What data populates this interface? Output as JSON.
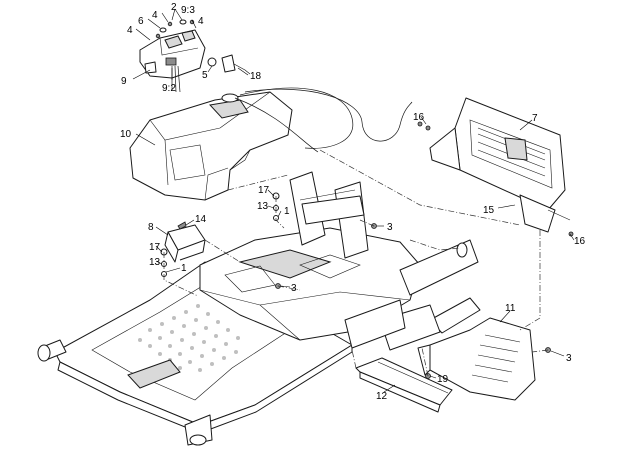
{
  "figure": {
    "callouts": {
      "c1a": "1",
      "c1b": "1",
      "c2": "2",
      "c3a": "3",
      "c3b": "3",
      "c3c": "3",
      "c4a": "4",
      "c4b": "4",
      "c4c": "4",
      "c5": "5",
      "c6": "6",
      "c7": "7",
      "c8": "8",
      "c9": "9",
      "c9_2": "9:2",
      "c9_3": "9:3",
      "c10": "10",
      "c11": "11",
      "c12": "12",
      "c13a": "13",
      "c13b": "13",
      "c14": "14",
      "c15": "15",
      "c16a": "16",
      "c16b": "16",
      "c17a": "17",
      "c17b": "17",
      "c18": "18",
      "c19": "19"
    }
  }
}
